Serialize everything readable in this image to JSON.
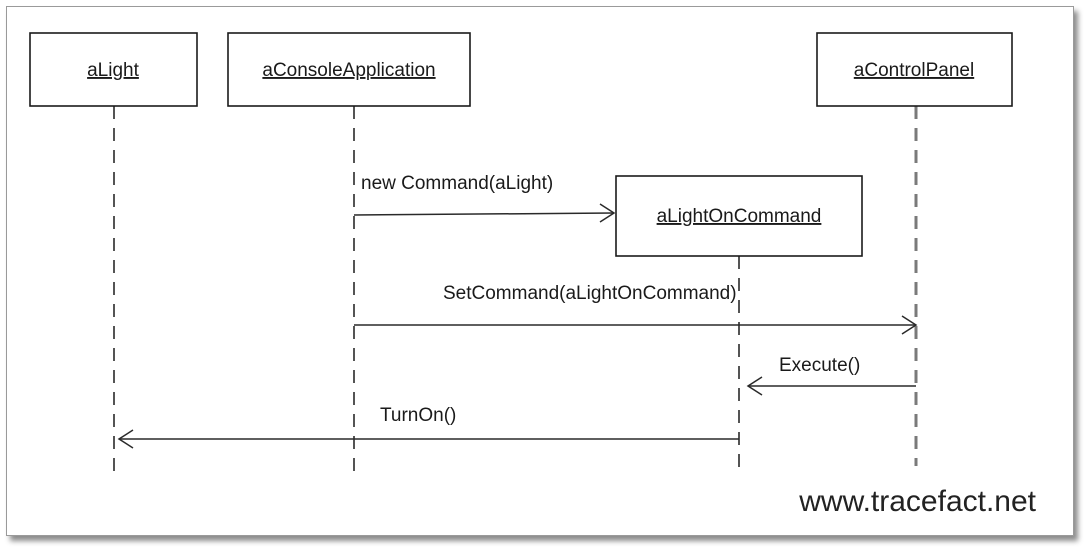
{
  "objects": {
    "light": "aLight",
    "console": "aConsoleApplication",
    "panel": "aControlPanel",
    "command": "aLightOnCommand"
  },
  "messages": {
    "new_command": "new Command(aLight)",
    "set_command": "SetCommand(aLightOnCommand)",
    "execute": "Execute()",
    "turn_on": "TurnOn()"
  },
  "watermark": "www.tracefact.net"
}
